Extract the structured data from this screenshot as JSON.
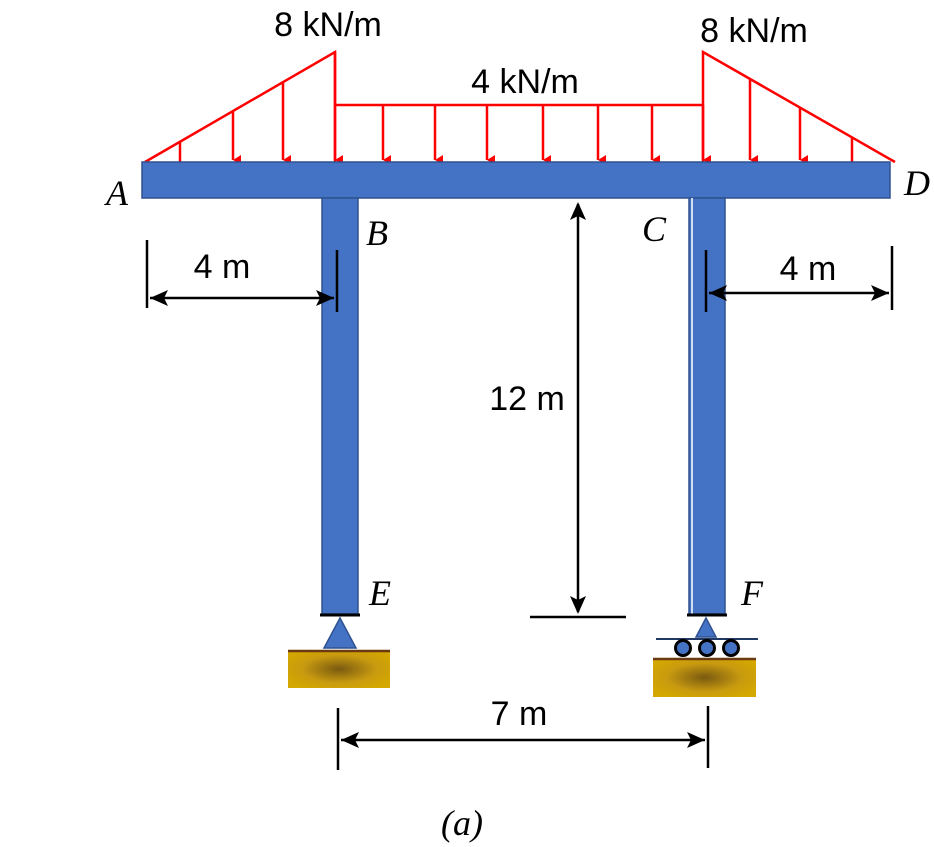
{
  "loads": {
    "left_peak": "8 kN/m",
    "middle_uniform": "4 kN/m",
    "right_peak": "8 kN/m"
  },
  "nodes": {
    "a": "A",
    "b": "B",
    "c": "C",
    "d": "D",
    "e": "E",
    "f": "F"
  },
  "dimensions": {
    "left_overhang": "4 m",
    "right_overhang": "4 m",
    "column_height": "12 m",
    "span": "7 m"
  },
  "caption": "(a)",
  "colors": {
    "member": "#4472C4",
    "load": "#FF0000",
    "support_base": "#C8A000"
  }
}
